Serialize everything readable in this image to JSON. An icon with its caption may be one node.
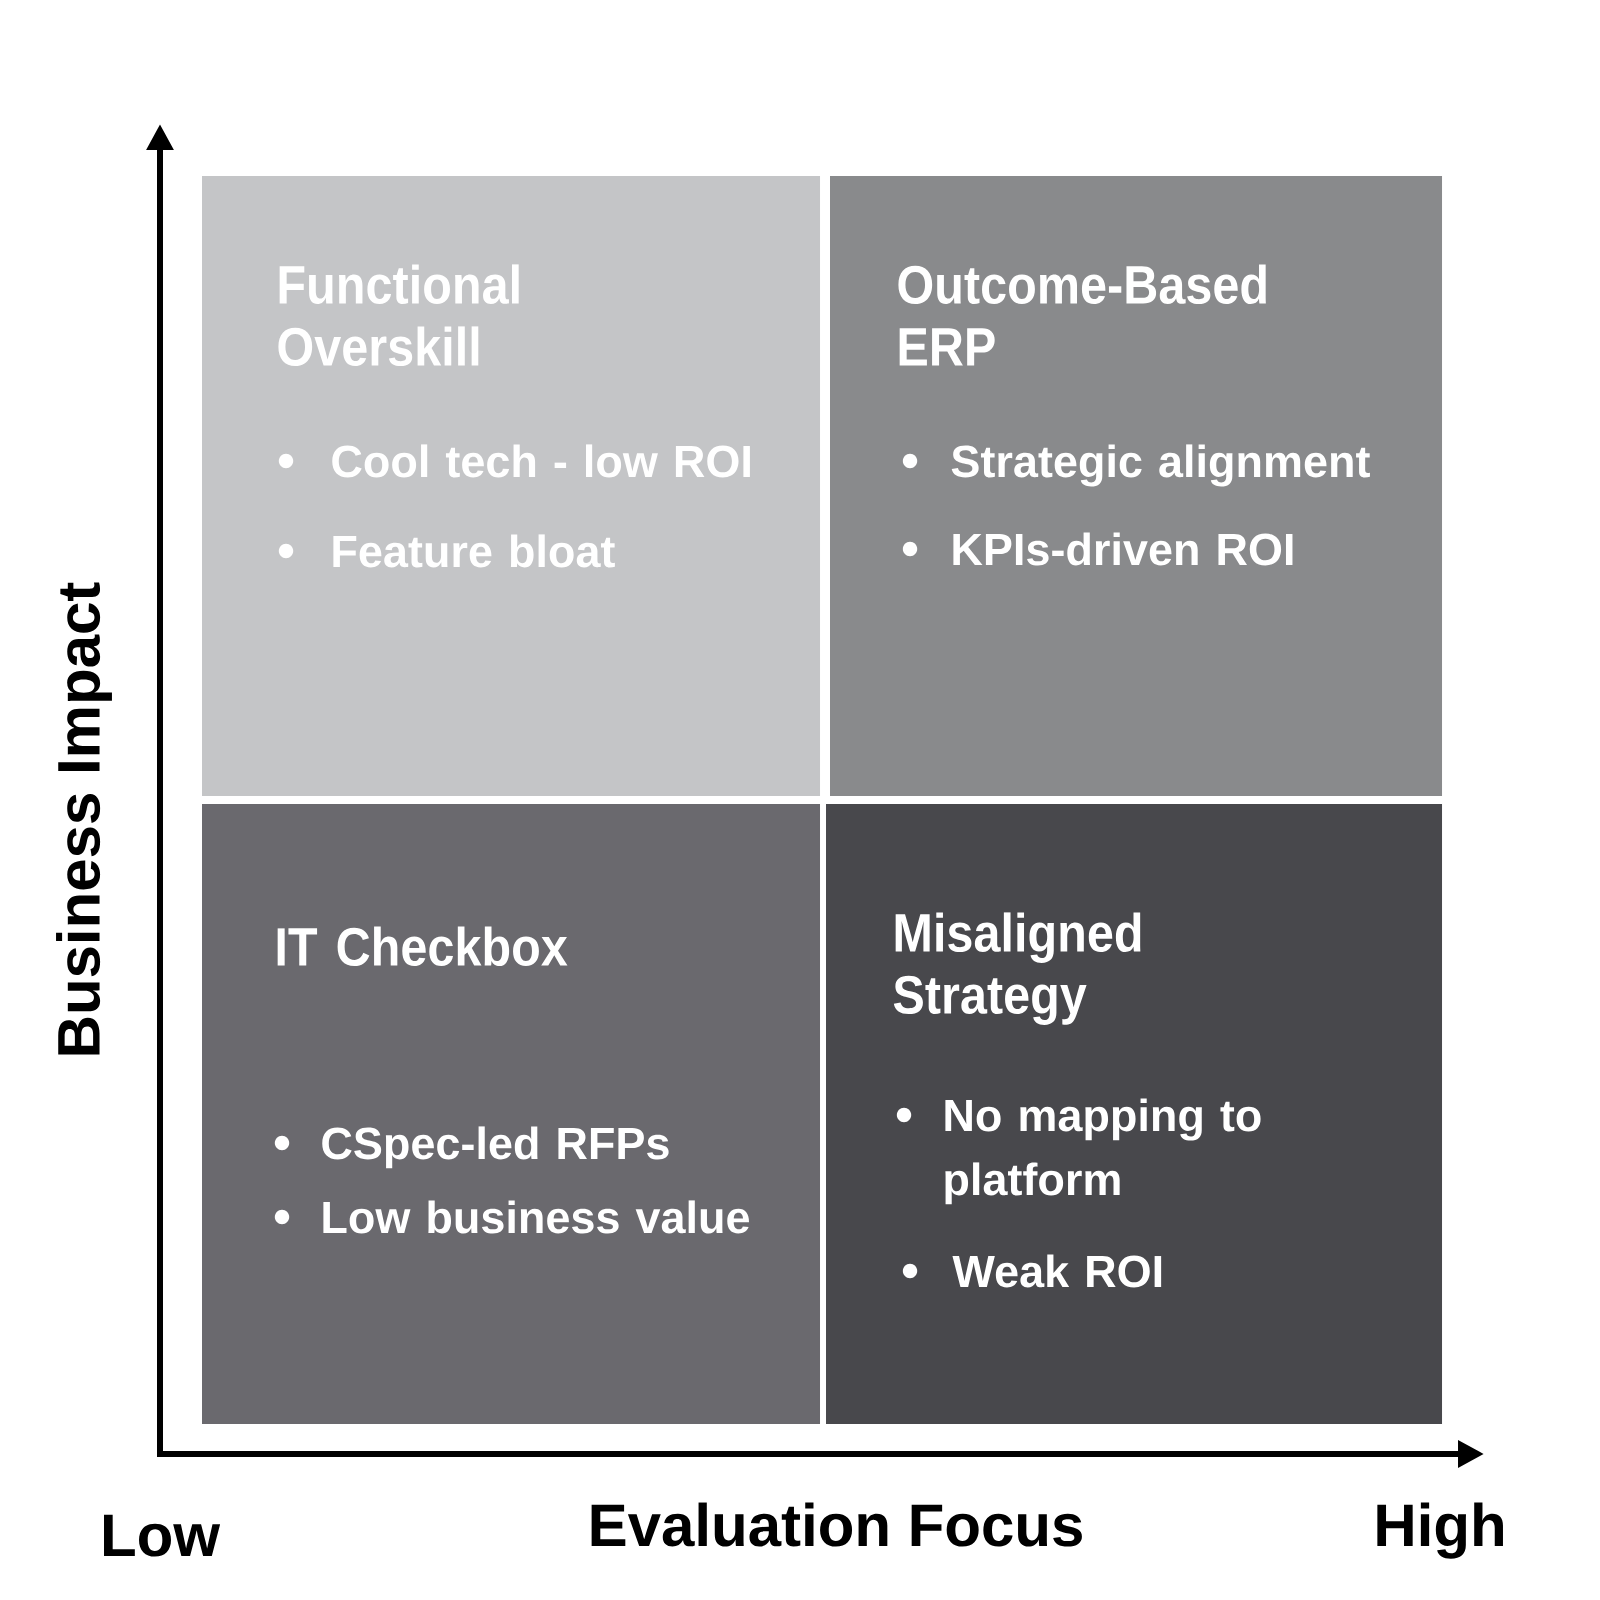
{
  "diagram": {
    "nodes": [
      {
        "text": [
          "Functional Overskill",
          "Cool tech - low ROI",
          "Feature bloat"
        ]
      },
      {
        "text": [
          "Outcome-Based ERP",
          "Strategic alignment",
          "KPIs-driven ROI"
        ]
      },
      {
        "text": [
          "IT Checkbox",
          "CSpec-led RFPs",
          "Low business value"
        ]
      },
      {
        "text": [
          "Misaligned Strategy",
          "No mapping to platform",
          "Weak ROI"
        ]
      }
    ],
    "labels": [
      "Business Impact",
      "Low",
      "Evaluation Focus",
      "High"
    ]
  }
}
